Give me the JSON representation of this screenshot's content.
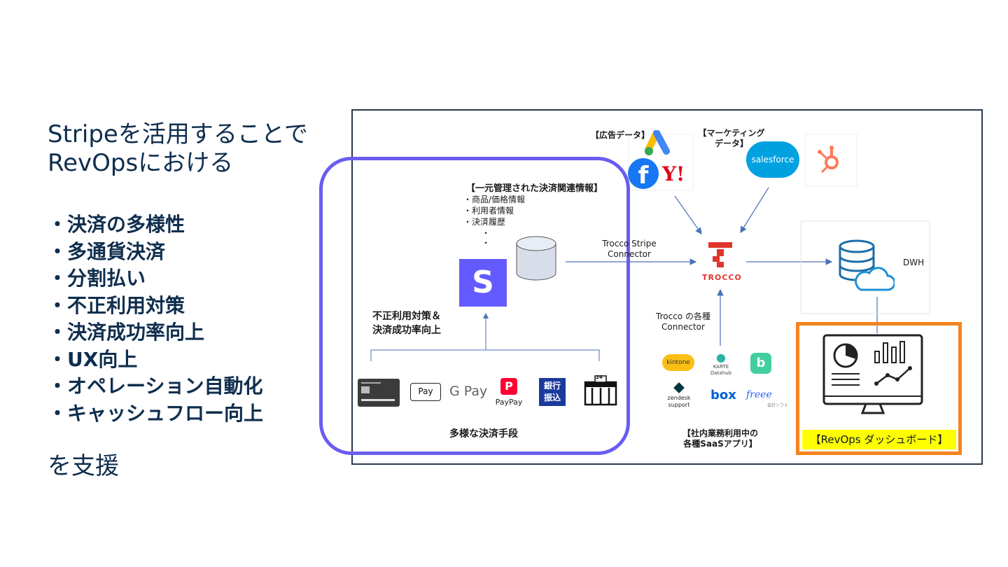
{
  "intro": {
    "line1": "Stripeを活用することで",
    "line2": "RevOpsにおける"
  },
  "bullets": [
    "・決済の多様性",
    "・多通貨決済",
    "・分割払い",
    "・不正利用対策",
    "・決済成功率向上",
    "・UX向上",
    "・オペレーション自動化",
    "・キャッシュフロー向上"
  ],
  "outro": "を支援",
  "diagram": {
    "info_title": "【一元管理された決済関連情報】",
    "info_items": [
      "・商品/価格情報",
      "・利用者情報",
      "・決済履歴"
    ],
    "info_dots": [
      "・",
      "・"
    ],
    "stripe_letter": "S",
    "fraud_line1": "不正利用対策＆",
    "fraud_line2": "決済成功率向上",
    "payments_label": "多様な決済手段",
    "connector_line1": "Trocco Stripe",
    "connector_line2": "Connector",
    "ad_label": "【広告データ】",
    "marketing_line1": "【マーケティング",
    "marketing_line2": "データ】",
    "trocco_label": "TROCCO",
    "connectors_line1": "Trocco の各種",
    "connectors_line2": "Connector",
    "saas_line1": "【社内業務利用中の",
    "saas_line2": "各種SaaSアプリ】",
    "dwh_label": "DWH",
    "dashboard_label": "【RevOps ダッシュボード】",
    "logos": {
      "facebook": "f",
      "yahoo": "Y!",
      "salesforce": "salesforce",
      "applepay": "Pay",
      "gpay": "G Pay",
      "paypay_mark": "P",
      "paypay": "PayPay",
      "bank_line1": "銀行",
      "bank_line2": "振込",
      "store_sign": "24",
      "kintone": "kintone",
      "karte_line1": "KARTE",
      "karte_line2": "Datahub",
      "backlog": "b",
      "zendesk_line1": "zendesk",
      "zendesk_line2": "support",
      "box": "box",
      "freee": "freee",
      "freee_sub": "会計ソフト"
    }
  },
  "colors": {
    "text": "#0f2e4e",
    "stripe": "#635bff",
    "group_border": "#6a5cf0",
    "dashboard_border": "#f5841f",
    "dashboard_label_bg": "#ffff00",
    "arrow": "#4a72b8",
    "trocco_red": "#e0352b"
  },
  "icons": [
    "credit-card-icon",
    "database-icon",
    "google-ads-icon",
    "hubspot-icon",
    "dwh-cloud-icon",
    "dashboard-monitor-icon",
    "convenience-store-icon"
  ]
}
